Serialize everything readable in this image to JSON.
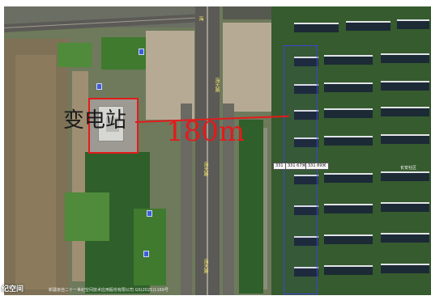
{
  "map": {
    "substation_label": "变电站",
    "distance_label": "180m",
    "road_name_north": "海",
    "road_name_mid": "海天路",
    "road_name_lower": "海天路",
    "road_name_bottom": "海天路",
    "sign_left": "331",
    "sign_mid": "331 67米",
    "sign_right": "331 89米",
    "poi_community": "长安社区",
    "watermark": "纪空间",
    "copyright": "新疆亲自二十一世纪空间技术应用股份有限公司 GS(2025)1169号",
    "colors": {
      "highlight": "#e31b1b",
      "boundary": "#3d44d8",
      "road_text": "#f2e36b"
    }
  }
}
